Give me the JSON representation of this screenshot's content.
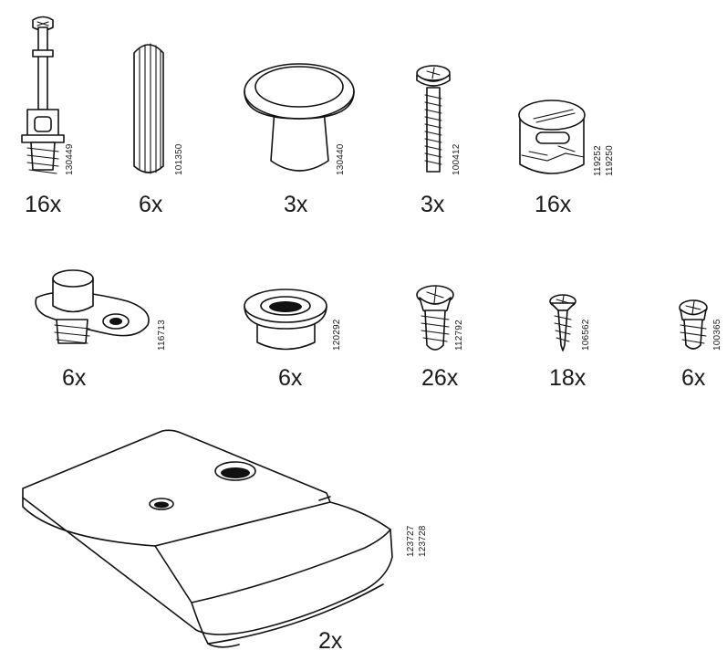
{
  "parts": [
    {
      "id": "cam-bolt",
      "quantity": "16x",
      "numbers": [
        "130449"
      ]
    },
    {
      "id": "dowel",
      "quantity": "6x",
      "numbers": [
        "101350"
      ]
    },
    {
      "id": "knob",
      "quantity": "3x",
      "numbers": [
        "130440"
      ]
    },
    {
      "id": "bolt",
      "quantity": "3x",
      "numbers": [
        "100412"
      ]
    },
    {
      "id": "cam-lock",
      "quantity": "16x",
      "numbers": [
        "119252",
        "119250"
      ]
    },
    {
      "id": "shelf-support",
      "quantity": "6x",
      "numbers": [
        "116713"
      ]
    },
    {
      "id": "grommet",
      "quantity": "6x",
      "numbers": [
        "120292"
      ]
    },
    {
      "id": "screw-large",
      "quantity": "26x",
      "numbers": [
        "112792"
      ]
    },
    {
      "id": "screw-small",
      "quantity": "18x",
      "numbers": [
        "106562"
      ]
    },
    {
      "id": "screw-short",
      "quantity": "6x",
      "numbers": [
        "100365"
      ]
    },
    {
      "id": "bracket-block",
      "quantity": "2x",
      "numbers": [
        "123727",
        "123728"
      ]
    }
  ]
}
